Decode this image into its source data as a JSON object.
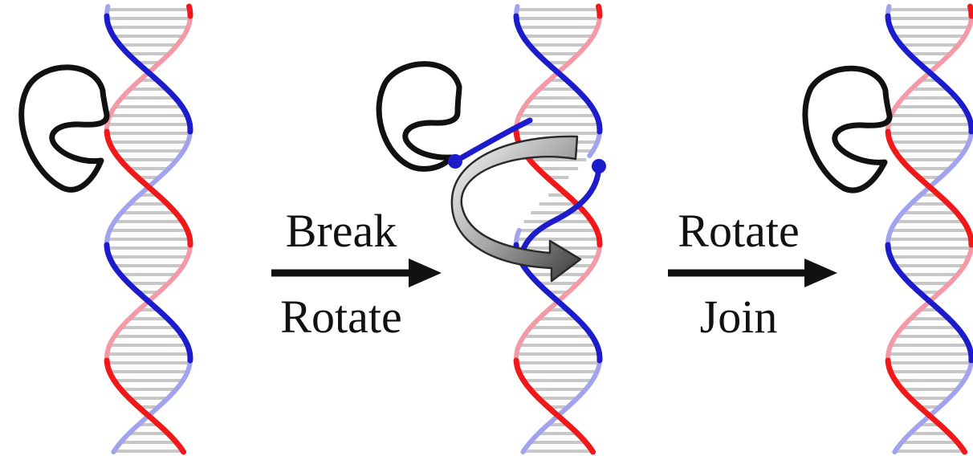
{
  "steps": [
    {
      "top": "Break",
      "bottom": "Rotate"
    },
    {
      "top": "Rotate",
      "bottom": "Join"
    }
  ],
  "colors": {
    "strand_red": "#f01818",
    "strand_red_back": "#f39aa6",
    "strand_blue": "#1c1ccc",
    "strand_blue_back": "#a2a2ee",
    "base_pairs": "#c7c7c7",
    "enzyme_outline": "#111111",
    "rotation_arrow_light": "#f2f2f2",
    "rotation_arrow_dark": "#444444"
  },
  "icons": [
    "topoisomerase-enzyme-icon",
    "dna-double-helix-icon",
    "rotation-arrow-icon",
    "right-arrow-icon"
  ]
}
